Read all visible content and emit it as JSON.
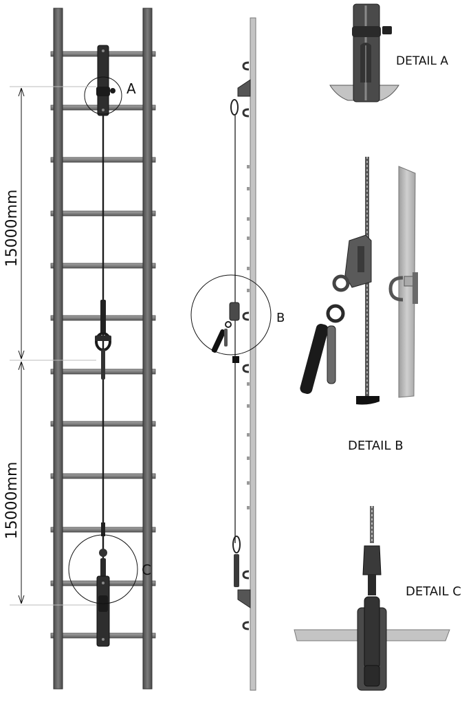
{
  "dimensions": {
    "upper_span": "15000mm",
    "lower_span": "15000mm"
  },
  "callouts": {
    "a": "A",
    "b": "B",
    "c": "C"
  },
  "details": {
    "a": "DETAIL A",
    "b": "DETAIL B",
    "c": "DETAIL C"
  },
  "colors": {
    "ladder_rail": "#6e6e6e",
    "ladder_rail_edge": "#3a3a3a",
    "rung": "#8a8a8a",
    "cable": "#1a1a1a",
    "hardware": "#3c3c3c",
    "panel": "#bdbdbd",
    "background": "#ffffff"
  }
}
